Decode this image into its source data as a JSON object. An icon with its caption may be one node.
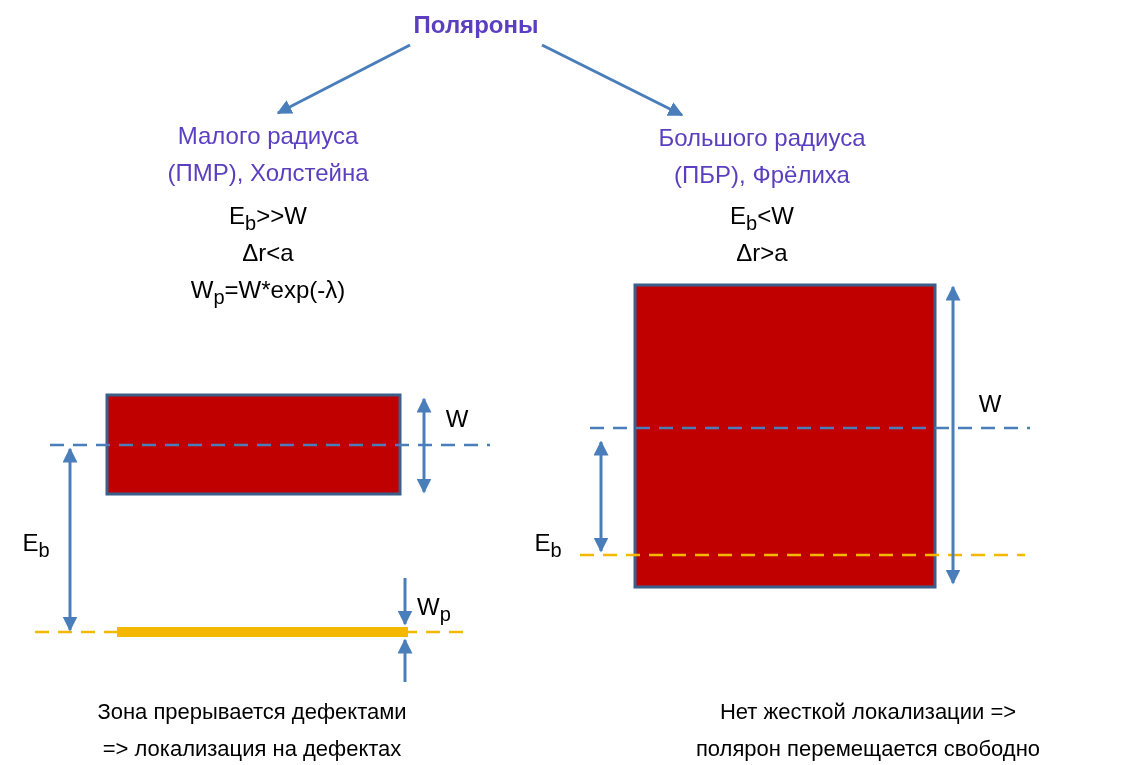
{
  "diagram": {
    "nodes": [
      {
        "text": [
          "Поляроны"
        ]
      },
      {
        "text": [
          "Малого радиуса (ПМР), Холстейна"
        ]
      },
      {
        "text": [
          "Большого радиуса (ПБР), Фрёлиха"
        ]
      }
    ],
    "edges": [
      {
        "from": 0,
        "to": 1,
        "arrow": "to"
      },
      {
        "from": 0,
        "to": 2,
        "arrow": "to"
      }
    ],
    "labels": [
      "E$_{b}$>>W",
      "E$_{b}$<W",
      "Δr<a",
      "Δr>a",
      "W$_{p}$=W*exp(-λ)",
      "W",
      "W",
      "E$_{b}$",
      "E$_{b}$",
      "W$_{p}$",
      "Зона прерывается дефектами => локализация на дефектах",
      "Нет жесткой локализации => полярон перемещается свободно"
    ]
  }
}
